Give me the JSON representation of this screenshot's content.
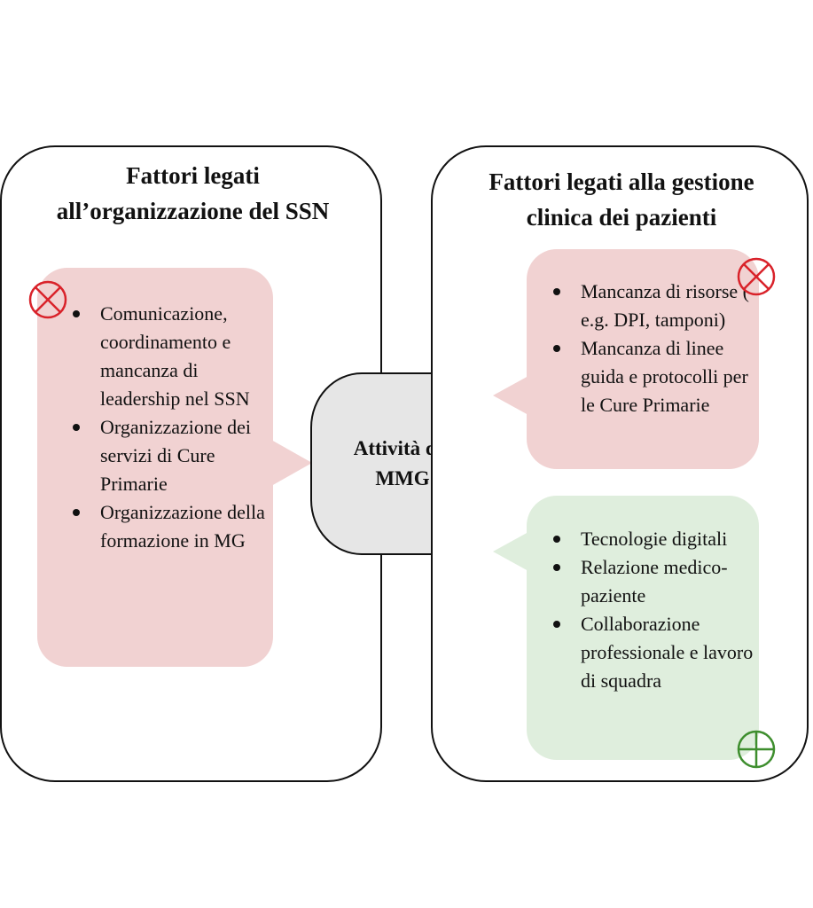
{
  "left_panel": {
    "title": "Fattori legati\nall’organizzazione del SSN",
    "items": [
      "Comunicazione, coordinamento e mancanza di leadership nel SSN",
      "Organizzazione dei servizi di Cure Primarie",
      "Organizzazione della formazione in MG"
    ],
    "icon": "cross-circle-icon"
  },
  "center": {
    "label": "Attività del\nMMG"
  },
  "right_panel": {
    "title": "Fattori legati alla gestione\nclinica dei pazienti",
    "negative": {
      "items": [
        "Mancanza di risorse ( e.g. DPI, tamponi)",
        "Mancanza di linee guida e protocolli per le Cure Primarie"
      ],
      "icon": "cross-circle-icon"
    },
    "positive": {
      "items": [
        "Tecnologie digitali",
        "Relazione medico-paziente",
        "Collaborazione professionale e lavoro di squadra"
      ],
      "icon": "plus-circle-icon"
    }
  },
  "colors": {
    "negative_fill": "#f1d2d2",
    "positive_fill": "#dfeedd",
    "negative_icon": "#d9222a",
    "positive_icon": "#3e8e2e",
    "center_fill": "#e6e6e6"
  }
}
